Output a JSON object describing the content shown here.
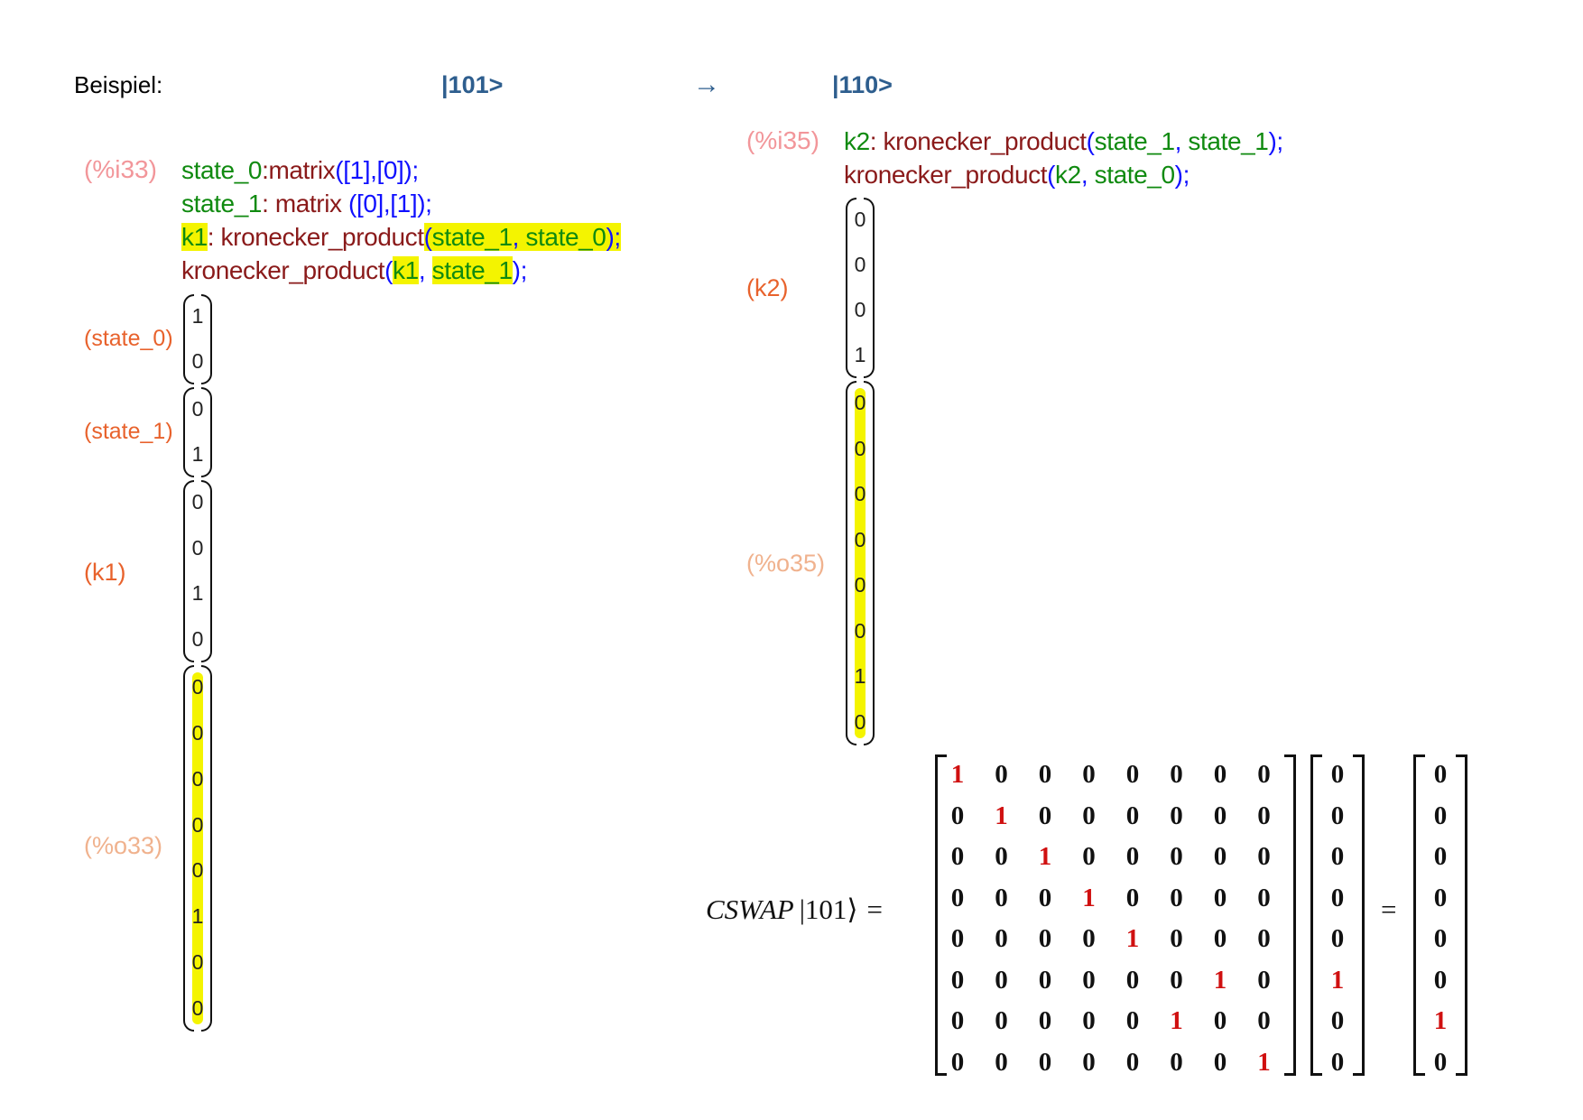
{
  "heading": {
    "label": "Beispiel:",
    "ket_in": "|101>",
    "arrow": "→",
    "ket_out": "|110>"
  },
  "left": {
    "input_label": "(%i33)",
    "code": {
      "l1_a": "state_0",
      "l1_b": ":matrix",
      "l1_c": "([1],[0]);",
      "l2_a": "state_1",
      "l2_b": ": matrix ",
      "l2_c": "([0],[1]);",
      "l3_a": "k1",
      "l3_b": ": kronecker_product",
      "l3_c": "(",
      "l3_d": "state_1",
      "l3_e": ", ",
      "l3_f": "state_0",
      "l3_g": ");",
      "l4_a": "kronecker_product",
      "l4_b": "(",
      "l4_c": "k1",
      "l4_d": ", ",
      "l4_e": "state_1",
      "l4_f": ");"
    },
    "outputs": [
      {
        "label": "(state_0)",
        "values": [
          "1",
          "0"
        ]
      },
      {
        "label": "(state_1)",
        "values": [
          "0",
          "1"
        ]
      },
      {
        "label": "(k1)",
        "values": [
          "0",
          "0",
          "1",
          "0"
        ]
      },
      {
        "label": "(%o33)",
        "values": [
          "0",
          "0",
          "0",
          "0",
          "0",
          "1",
          "0",
          "0"
        ],
        "highlighted": true
      }
    ]
  },
  "right": {
    "input_label": "(%i35)",
    "code": {
      "l1_a": "k2",
      "l1_b": ": kronecker_product",
      "l1_c": "(",
      "l1_d": "state_1",
      "l1_e": ", ",
      "l1_f": "state_1",
      "l1_g": ");",
      "l2_a": "kronecker_product",
      "l2_b": "(",
      "l2_c": "k2",
      "l2_d": ", ",
      "l2_e": "state_0",
      "l2_f": ");"
    },
    "outputs": [
      {
        "label": "(k2)",
        "values": [
          "0",
          "0",
          "0",
          "1"
        ]
      },
      {
        "label": "(%o35)",
        "values": [
          "0",
          "0",
          "0",
          "0",
          "0",
          "0",
          "1",
          "0"
        ],
        "highlighted": true
      }
    ]
  },
  "equation": {
    "lhs_op": "CSWAP",
    "lhs_ket": "|101⟩",
    "eq": "=",
    "matrix": [
      [
        "1",
        "0",
        "0",
        "0",
        "0",
        "0",
        "0",
        "0"
      ],
      [
        "0",
        "1",
        "0",
        "0",
        "0",
        "0",
        "0",
        "0"
      ],
      [
        "0",
        "0",
        "1",
        "0",
        "0",
        "0",
        "0",
        "0"
      ],
      [
        "0",
        "0",
        "0",
        "1",
        "0",
        "0",
        "0",
        "0"
      ],
      [
        "0",
        "0",
        "0",
        "0",
        "1",
        "0",
        "0",
        "0"
      ],
      [
        "0",
        "0",
        "0",
        "0",
        "0",
        "0",
        "1",
        "0"
      ],
      [
        "0",
        "0",
        "0",
        "0",
        "0",
        "1",
        "0",
        "0"
      ],
      [
        "0",
        "0",
        "0",
        "0",
        "0",
        "0",
        "0",
        "1"
      ]
    ],
    "input_vector": [
      "0",
      "0",
      "0",
      "0",
      "0",
      "1",
      "0",
      "0"
    ],
    "result_vector": [
      "0",
      "0",
      "0",
      "0",
      "0",
      "0",
      "1",
      "0"
    ],
    "highlight_color": "#d01010"
  }
}
